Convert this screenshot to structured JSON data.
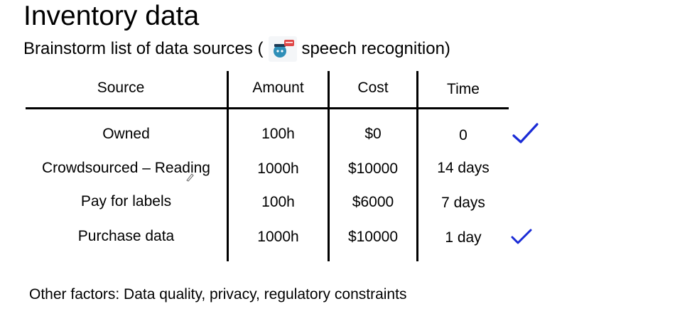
{
  "title": "Inventory data",
  "subtitle": {
    "prefix": "Brainstorm list of data sources (",
    "icon": "speech-bubble-avatar-icon",
    "suffix": "speech recognition)"
  },
  "table": {
    "headers": [
      "Source",
      "Amount",
      "Cost",
      "Time"
    ],
    "rows": [
      {
        "source": "Owned",
        "amount": "100h",
        "cost": "$0",
        "time": "0",
        "checked": true
      },
      {
        "source": "Crowdsourced – Reading",
        "amount": "1000h",
        "cost": "$10000",
        "time": "14 days",
        "checked": false
      },
      {
        "source": "Pay for labels",
        "amount": "100h",
        "cost": "$6000",
        "time": "7 days",
        "checked": false
      },
      {
        "source": "Purchase data",
        "amount": "1000h",
        "cost": "$10000",
        "time": "1 day",
        "checked": true
      }
    ]
  },
  "footer": "Other factors: Data quality, privacy, regulatory constraints",
  "colors": {
    "check": "#1a2bd6",
    "text": "#000000"
  }
}
